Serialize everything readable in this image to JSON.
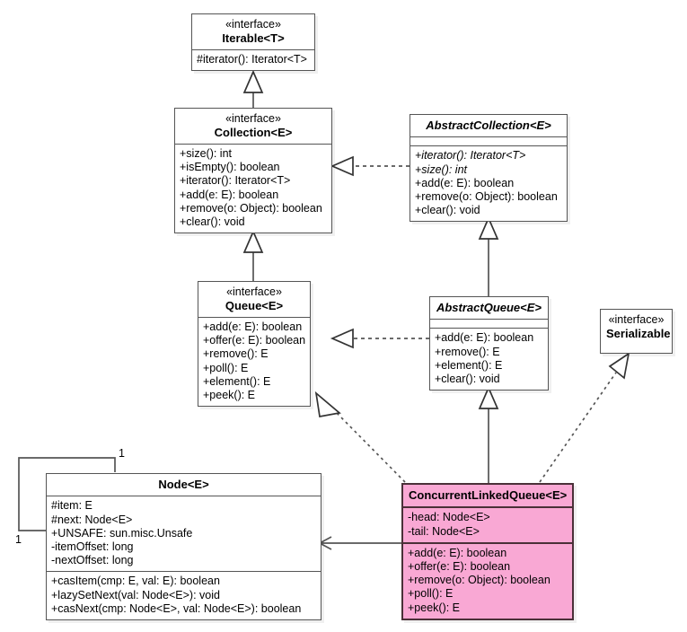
{
  "diagram": {
    "title": "ConcurrentLinkedQueue UML class diagram",
    "type": "uml-class-diagram",
    "accent_color": "#f9a8d4",
    "line_color": "#555555"
  },
  "classes": {
    "iterable": {
      "stereotype": "«interface»",
      "name": "Iterable<T>",
      "attributes": [],
      "methods": [
        "#iterator(): Iterator<T>"
      ]
    },
    "collection": {
      "stereotype": "«interface»",
      "name": "Collection<E>",
      "attributes": [],
      "methods": [
        "+size(): int",
        "+isEmpty(): boolean",
        "+iterator(): Iterator<T>",
        "+add(e: E): boolean",
        "+remove(o: Object): boolean",
        "+clear(): void"
      ]
    },
    "abstract_collection": {
      "stereotype": "",
      "name": "AbstractCollection<E>",
      "attributes": [],
      "methods": [
        "+iterator(): Iterator<T>",
        "+size(): int",
        "+add(e: E): boolean",
        "+remove(o: Object): boolean",
        "+clear(): void"
      ],
      "abstract_methods": [
        "+iterator(): Iterator<T>",
        "+size(): int"
      ]
    },
    "queue": {
      "stereotype": "«interface»",
      "name": "Queue<E>",
      "attributes": [],
      "methods": [
        "+add(e: E): boolean",
        "+offer(e: E): boolean",
        "+remove(): E",
        "+poll(): E",
        "+element(): E",
        "+peek(): E"
      ]
    },
    "abstract_queue": {
      "stereotype": "",
      "name": "AbstractQueue<E>",
      "attributes": [],
      "methods": [
        "+add(e: E): boolean",
        "+remove(): E",
        "+element(): E",
        "+clear(): void"
      ]
    },
    "serializable": {
      "stereotype": "«interface»",
      "name": "Serializable",
      "attributes": [],
      "methods": []
    },
    "concurrent_linked_queue": {
      "stereotype": "",
      "name": "ConcurrentLinkedQueue<E>",
      "attributes": [
        "-head: Node<E>",
        "-tail: Node<E>"
      ],
      "methods": [
        "+add(e: E): boolean",
        "+offer(e: E): boolean",
        "+remove(o: Object): boolean",
        "+poll(): E",
        "+peek(): E"
      ]
    },
    "node": {
      "stereotype": "",
      "name": "Node<E>",
      "attributes": [
        "#item: E",
        "#next: Node<E>",
        "+UNSAFE: sun.misc.Unsafe",
        "-itemOffset: long",
        "-nextOffset: long"
      ],
      "methods": [
        "+casItem(cmp: E, val: E): boolean",
        "+lazySetNext(val: Node<E>): void",
        "+casNext(cmp: Node<E>, val: Node<E>): boolean"
      ]
    }
  },
  "multiplicities": {
    "node_self_top": "1",
    "node_self_bottom": "1"
  },
  "relationships": [
    {
      "from": "Collection<E>",
      "to": "Iterable<T>",
      "kind": "generalization"
    },
    {
      "from": "AbstractCollection<E>",
      "to": "Collection<E>",
      "kind": "realization"
    },
    {
      "from": "Queue<E>",
      "to": "Collection<E>",
      "kind": "generalization"
    },
    {
      "from": "AbstractQueue<E>",
      "to": "AbstractCollection<E>",
      "kind": "generalization"
    },
    {
      "from": "AbstractQueue<E>",
      "to": "Queue<E>",
      "kind": "realization"
    },
    {
      "from": "ConcurrentLinkedQueue<E>",
      "to": "AbstractQueue<E>",
      "kind": "generalization"
    },
    {
      "from": "ConcurrentLinkedQueue<E>",
      "to": "Queue<E>",
      "kind": "realization"
    },
    {
      "from": "ConcurrentLinkedQueue<E>",
      "to": "Serializable",
      "kind": "realization"
    },
    {
      "from": "ConcurrentLinkedQueue<E>",
      "to": "Node<E>",
      "kind": "association"
    },
    {
      "from": "Node<E>",
      "to": "Node<E>",
      "kind": "association-self"
    }
  ]
}
